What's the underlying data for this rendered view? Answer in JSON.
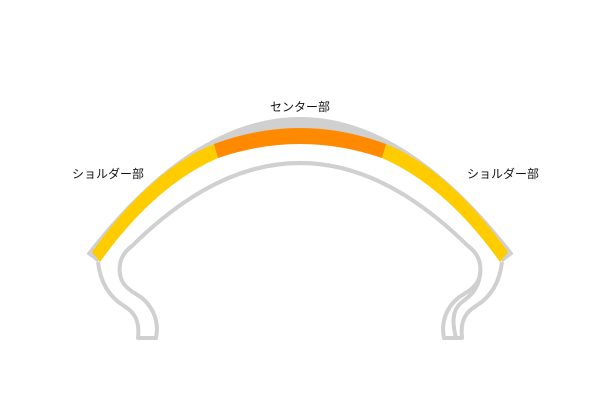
{
  "labels": {
    "center": "センター部",
    "shoulder_left": "ショルダー部",
    "shoulder_right": "ショルダー部"
  },
  "colors": {
    "casing": "#d0d0d0",
    "center_tread": "#ff8a00",
    "shoulder_tread": "#ffcc00",
    "background": "#ffffff",
    "text": "#111111"
  }
}
